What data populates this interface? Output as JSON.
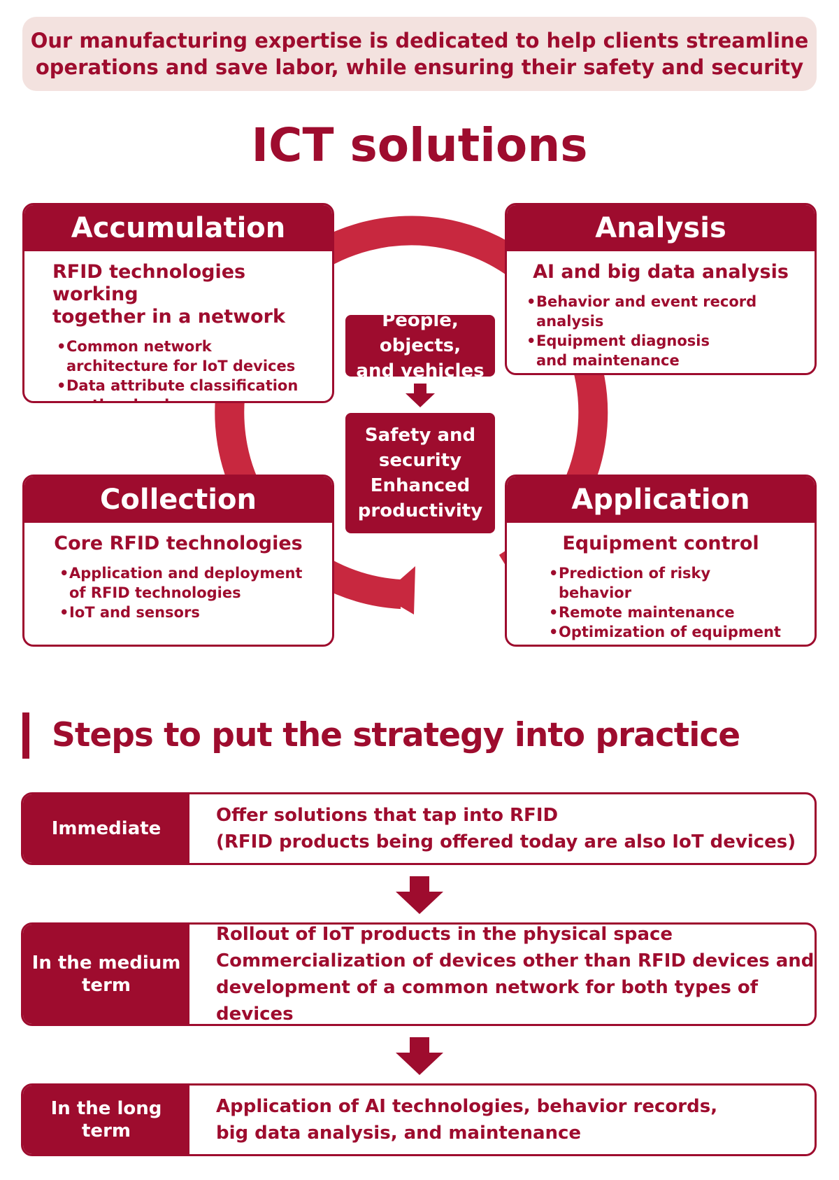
{
  "banner": {
    "line1": "Our manufacturing expertise is dedicated to help clients streamline",
    "line2": "operations and save labor, while ensuring their safety and security"
  },
  "title": "ICT solutions",
  "cycle": {
    "accumulation": {
      "heading": "Accumulation",
      "subtitle_lines": [
        "RFID technologies working",
        "together in a network"
      ],
      "bullets": [
        "Common network architecture for IoT devices",
        "Data attribute classification on the cloud"
      ]
    },
    "analysis": {
      "heading": "Analysis",
      "subtitle": "AI and big data analysis",
      "bullets": [
        "Behavior and event record analysis",
        "Equipment diagnosis and maintenance"
      ]
    },
    "collection": {
      "heading": "Collection",
      "subtitle": "Core RFID technologies",
      "bullets": [
        "Application and deployment of RFID technologies",
        "IoT and sensors"
      ]
    },
    "application": {
      "heading": "Application",
      "subtitle": "Equipment control",
      "bullets": [
        "Prediction of risky behavior",
        "Remote maintenance",
        "Optimization of equipment maintenance and operation"
      ]
    },
    "center_top_lines": [
      "People, objects,",
      "and vehicles"
    ],
    "center_mid_lines": [
      "Safety and",
      "security",
      "Enhanced",
      "productivity"
    ]
  },
  "steps": {
    "heading": "Steps to put the strategy into practice",
    "rows": [
      {
        "label_lines": [
          "Immediate"
        ],
        "content_lines": [
          "Offer solutions that tap into RFID",
          "(RFID products being offered today are also IoT devices)"
        ]
      },
      {
        "label_lines": [
          "In the medium",
          "term"
        ],
        "content_lines": [
          "Rollout of IoT products in the physical space",
          "Commercialization of devices other than RFID devices and",
          "development of a common network for both types of devices"
        ]
      },
      {
        "label_lines": [
          "In the long",
          "term"
        ],
        "content_lines": [
          "Application of AI technologies, behavior records,",
          "big data analysis, and maintenance"
        ]
      }
    ]
  },
  "colors": {
    "primary": "#9e0c2e",
    "ring": "#c8283f",
    "banner_bg": "#f3e2df"
  }
}
